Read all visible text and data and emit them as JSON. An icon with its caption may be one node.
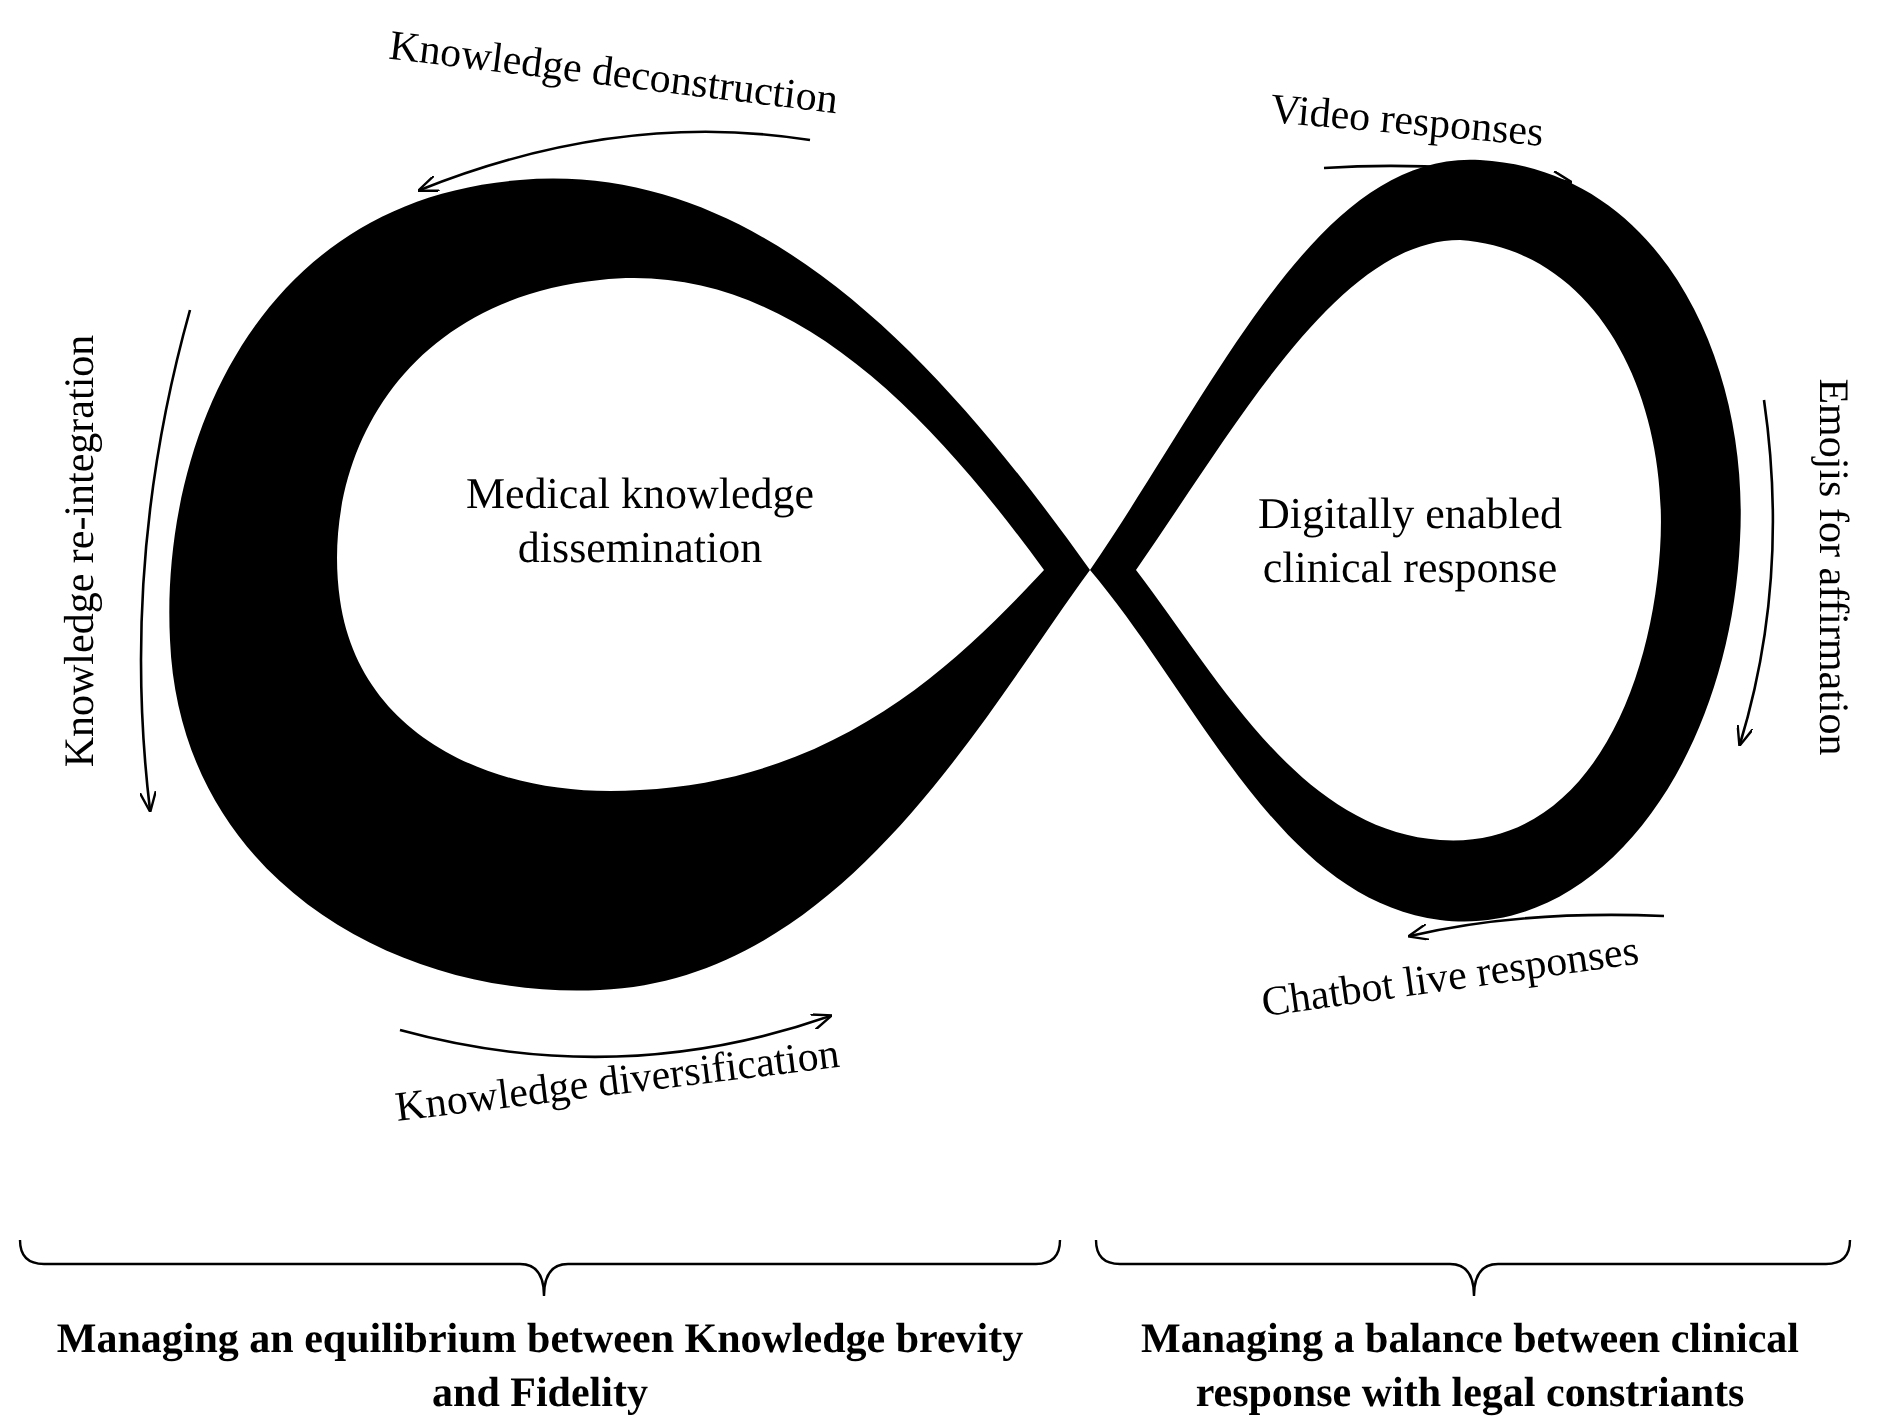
{
  "diagram": {
    "nodes": [
      {
        "text": [
          "Medical knowledge dissemination"
        ]
      },
      {
        "text": [
          "Digitally enabled clinical response"
        ]
      }
    ],
    "labels": [
      "Knowledge deconstruction",
      "Video responses",
      "Knowledge re-integration",
      "Emojis for affirmation",
      "Chatbot live responses",
      "Knowledge diversification",
      "Managing an equilibrium between Knowledge brevity and Fidelity",
      "Managing a balance between clinical response with legal constriants"
    ]
  }
}
